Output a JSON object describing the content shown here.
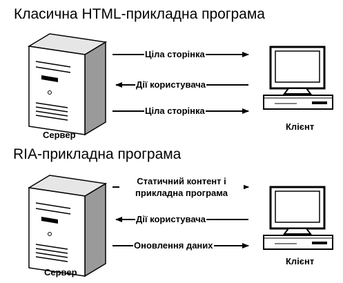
{
  "section1": {
    "title": "Класична HTML-прикладна програма",
    "server_label": "Сервер",
    "client_label": "Клієнт",
    "arrows": [
      {
        "label": "Ціла сторінка",
        "direction": "to-client"
      },
      {
        "label": "Дії користувача",
        "direction": "to-server"
      },
      {
        "label": "Ціла сторінка",
        "direction": "to-client"
      }
    ]
  },
  "section2": {
    "title": "RIA-прикладна програма",
    "server_label": "Сервер",
    "client_label": "Клієнт",
    "arrows": [
      {
        "label_line1": "Статичний контент і",
        "label_line2": "прикладна програма",
        "direction": "to-client"
      },
      {
        "label": "Дії користувача",
        "direction": "to-server"
      },
      {
        "label": "Оновлення даних",
        "direction": "to-client"
      }
    ]
  },
  "colors": {
    "ink": "#000000",
    "server_front": "#ffffff",
    "server_side": "#9a9a9a",
    "monitor_screen": "#ffffff"
  }
}
